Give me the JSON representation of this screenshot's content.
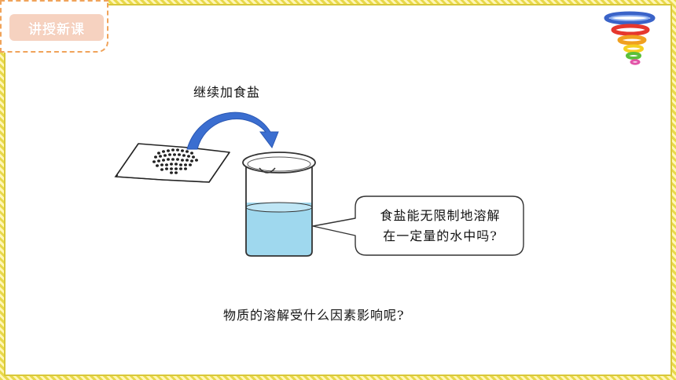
{
  "header": {
    "section_tag": "讲授新课"
  },
  "figure": {
    "action_label": "继续加食盐",
    "speech_bubble_lines": [
      "食盐能无限制地溶解",
      "在一定量的水中吗?"
    ]
  },
  "main": {
    "question": "物质的溶解受什么因素影响呢?"
  },
  "colors": {
    "border": "#e9d94a",
    "tag_bg": "#f6d2c0",
    "tag_outline": "#f0a35a",
    "arrow": "#3b6ed0",
    "water": "#9fd8ee"
  },
  "icons": [
    "tornado-funnel-icon",
    "curved-arrow-icon",
    "beaker-icon",
    "paper-with-salt-icon"
  ]
}
